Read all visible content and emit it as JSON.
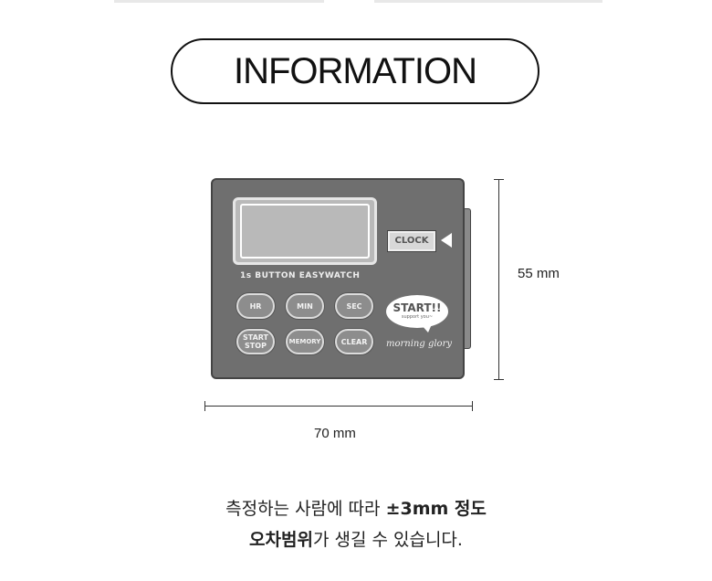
{
  "header": {
    "title": "INFORMATION"
  },
  "device": {
    "clock_label": "CLOCK",
    "brand_text": "1s BUTTON EASYWATCH",
    "buttons": [
      "HR",
      "MIN",
      "SEC",
      "START\nSTOP",
      "MEMORY",
      "CLEAR"
    ],
    "badge_title": "START!!",
    "badge_sub": "support you~",
    "script_text": "morning glory"
  },
  "dimensions": {
    "height_label": "55 mm",
    "width_label": "70 mm"
  },
  "note": {
    "line1_prefix": "측정하는 사람에 따라 ",
    "line1_bold": "±3mm 정도",
    "line2_bold": "오차범위",
    "line2_suffix": "가 생길 수 있습니다."
  }
}
